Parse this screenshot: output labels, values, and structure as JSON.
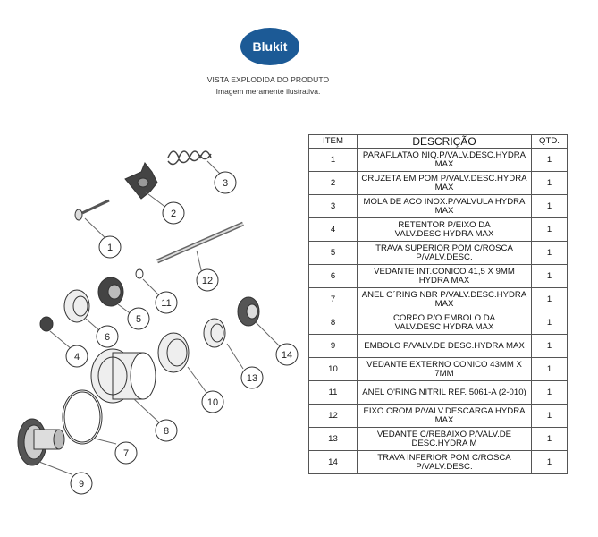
{
  "brand": {
    "name": "Blukit",
    "color": "#1c5a96"
  },
  "captions": {
    "title": "VISTA EXPLODIDA DO PRODUTO",
    "subtitle": "Imagem meramente ilustrativa."
  },
  "table": {
    "headers": {
      "item": "ITEM",
      "description": "DESCRIÇÃO",
      "qty": "QTD."
    },
    "rows": [
      {
        "item": "1",
        "description": "PARAF.LATAO NIQ.P/VALV.DESC.HYDRA MAX",
        "qty": "1"
      },
      {
        "item": "2",
        "description": "CRUZETA EM POM P/VALV.DESC.HYDRA MAX",
        "qty": "1"
      },
      {
        "item": "3",
        "description": "MOLA DE ACO INOX.P/VALVULA HYDRA MAX",
        "qty": "1"
      },
      {
        "item": "4",
        "description": "RETENTOR P/EIXO DA VALV.DESC.HYDRA MAX",
        "qty": "1"
      },
      {
        "item": "5",
        "description": "TRAVA SUPERIOR POM C/ROSCA P/VALV.DESC.",
        "qty": "1"
      },
      {
        "item": "6",
        "description": "VEDANTE INT.CONICO 41,5 X 9MM HYDRA MAX",
        "qty": "1"
      },
      {
        "item": "7",
        "description": "ANEL O´RING NBR P/VALV.DESC.HYDRA MAX",
        "qty": "1"
      },
      {
        "item": "8",
        "description": "CORPO P/O EMBOLO DA VALV.DESC.HYDRA MAX",
        "qty": "1"
      },
      {
        "item": "9",
        "description": "EMBOLO P/VALV.DE DESC.HYDRA MAX",
        "qty": "1"
      },
      {
        "item": "10",
        "description": "VEDANTE EXTERNO CONICO 43MM X 7MM",
        "qty": "1"
      },
      {
        "item": "11",
        "description": "ANEL O'RING NITRIL REF. 5061-A (2-010)",
        "qty": "1"
      },
      {
        "item": "12",
        "description": "EIXO CROM.P/VALV.DESCARGA HYDRA MAX",
        "qty": "1"
      },
      {
        "item": "13",
        "description": "VEDANTE C/REBAIXO P/VALV.DE DESC.HYDRA M",
        "qty": "1"
      },
      {
        "item": "14",
        "description": "TRAVA INFERIOR POM C/ROSCA P/VALV.DESC.",
        "qty": "1"
      }
    ]
  },
  "callouts": [
    "1",
    "2",
    "3",
    "4",
    "5",
    "6",
    "7",
    "8",
    "9",
    "10",
    "11",
    "12",
    "13",
    "14"
  ]
}
